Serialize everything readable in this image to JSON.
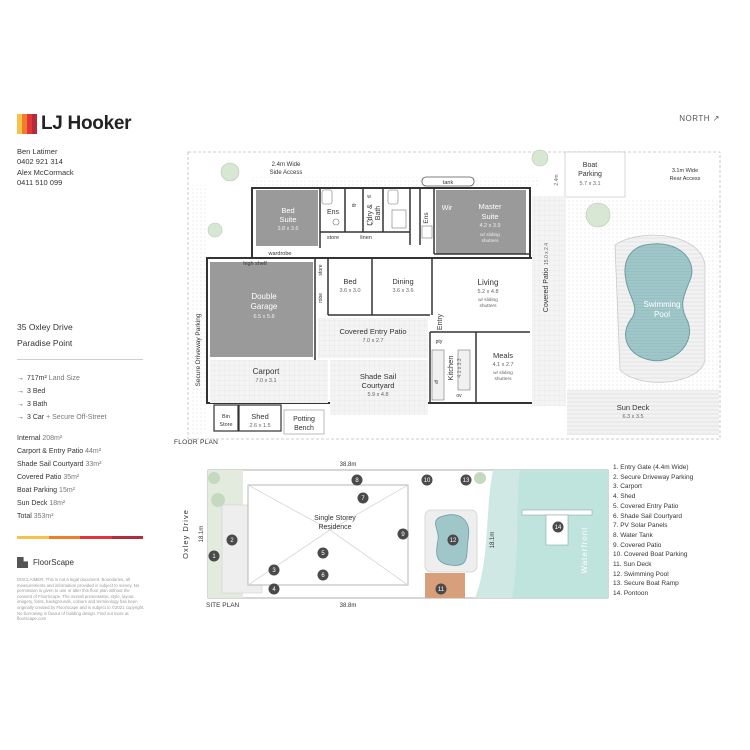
{
  "brand": {
    "name": "LJ Hooker",
    "colors": [
      "#f6c34a",
      "#ef7d2b",
      "#e2353b",
      "#b42c3a"
    ]
  },
  "agents": [
    {
      "name": "Ben Latimer",
      "phone": "0402 921 314"
    },
    {
      "name": "Alex McCormack",
      "phone": "0411 510 099"
    }
  ],
  "address": {
    "line1": "35 Oxley Drive",
    "line2": "Paradise Point"
  },
  "features": [
    {
      "value": "717m²",
      "label": "Land Size"
    },
    {
      "value": "3 Bed",
      "label": ""
    },
    {
      "value": "3 Bath",
      "label": ""
    },
    {
      "value": "3 Car",
      "label": "+ Secure Off-Street"
    }
  ],
  "areas": [
    {
      "label": "Internal",
      "value": "208m²"
    },
    {
      "label": "Carport & Entry Patio",
      "value": "44m²"
    },
    {
      "label": "Shade Sail Courtyard",
      "value": "33m²"
    },
    {
      "label": "Covered Patio",
      "value": "35m²"
    },
    {
      "label": "Boat Parking",
      "value": "15m²"
    },
    {
      "label": "Sun Deck",
      "value": "18m²"
    },
    {
      "label": "Total",
      "value": "353m²"
    }
  ],
  "floorscape": "FloorScape",
  "disclaimer": "DISCLAIMER: This is not a legal document. Boundaries, all measurements and information provided is subject to survey. No permission is given to use or alter this floor plan without the consent of FloorScape. The overall presentation, style, layout, imagery, fonts, backgrounds, colours and terminology has been originally created by FloorScape and is subject to ©2021 copyright. No borrowing in favour of building design. Find out more at floorscape.com",
  "north": "NORTH ↗",
  "floor_plan": {
    "title": "FLOOR PLAN",
    "side_access": {
      "line1": "2.4m Wide",
      "line2": "Side Access"
    },
    "boat_parking": {
      "name1": "Boat",
      "name2": "Parking",
      "dims": "5.7 x 3.1"
    },
    "rear_access": {
      "line1": "3.1m Wide",
      "line2": "Rear Access"
    },
    "side_dim": "2.4m",
    "tank": "tank",
    "rooms": {
      "bed_suite": {
        "name1": "Bed",
        "name2": "Suite",
        "dims": "3.8 x 3.6"
      },
      "ens1": "Ens",
      "dr": "dr",
      "w": "w",
      "ldry": "L'dry &",
      "bath": "Bath",
      "store1": "store",
      "linen": "linen",
      "ens2": "Ens",
      "wir": "Wir",
      "master": {
        "name1": "Master",
        "name2": "Suite",
        "dims": "4.2 x 3.9",
        "note1": "w/ sliding",
        "note2": "shutters"
      },
      "wardrobe": "wardrobe",
      "high_shelf": "high shelf",
      "store2": "store",
      "robe": "robe",
      "garage": {
        "name1": "Double",
        "name2": "Garage",
        "dims": "6.5 x 5.8"
      },
      "bed": {
        "name": "Bed",
        "dims": "3.6 x 3.0"
      },
      "dining": {
        "name": "Dining",
        "dims": "3.6 x 3.6"
      },
      "living": {
        "name": "Living",
        "dims": "5.2 x 4.8",
        "note1": "w/ sliding",
        "note2": "shutters"
      },
      "covered_patio": {
        "name": "Covered Patio",
        "dims": "15.0 x 2.4"
      },
      "entry_patio": {
        "name": "Covered Entry Patio",
        "dims": "7.0 x 2.7"
      },
      "entry": "Entry",
      "pty": "pty",
      "kitchen": {
        "name": "Kitchen",
        "dims": "4.1 x 3.3"
      },
      "meals": {
        "name": "Meals",
        "dims": "4.1 x 2.7",
        "note1": "w/ sliding",
        "note2": "shutters"
      },
      "df": "df",
      "ov": "ov",
      "carport": {
        "name": "Carport",
        "dims": "7.0 x 3.1"
      },
      "courtyard": {
        "name1": "Shade Sail",
        "name2": "Courtyard",
        "dims": "5.9 x 4.8"
      },
      "bin_store": {
        "name1": "Bin",
        "name2": "Store"
      },
      "shed": {
        "name": "Shed",
        "dims": "2.6 x 1.5"
      },
      "potting": {
        "name1": "Potting",
        "name2": "Bench"
      },
      "driveway": "Secure Driveway Parking",
      "pool": {
        "name1": "Swimming",
        "name2": "Pool"
      },
      "sun_deck": {
        "name": "Sun Deck",
        "dims": "6.3 x 3.5"
      }
    }
  },
  "site_plan": {
    "title": "SITE PLAN",
    "street": "Oxley Drive",
    "width_top": "38.8m",
    "width_bottom": "38.8m",
    "depth_left": "18.1m",
    "depth_right": "18.1m",
    "residence": {
      "line1": "Single Storey",
      "line2": "Residence"
    },
    "waterfront": "Waterfront",
    "markers": [
      "1",
      "2",
      "3",
      "4",
      "5",
      "6",
      "7",
      "8",
      "9",
      "10",
      "11",
      "12",
      "13",
      "14"
    ]
  },
  "legend": [
    "1. Entry Gate (4.4m Wide)",
    "2. Secure Driveway Parking",
    "3. Carport",
    "4. Shed",
    "5. Covered Entry Patio",
    "6. Shade Sail Courtyard",
    "7. PV Solar Panels",
    "8. Water Tank",
    "9. Covered Patio",
    "10. Covered Boat Parking",
    "11. Sun Deck",
    "12. Swimming Pool",
    "13. Secure Boat Ramp",
    "14. Pontoon"
  ]
}
